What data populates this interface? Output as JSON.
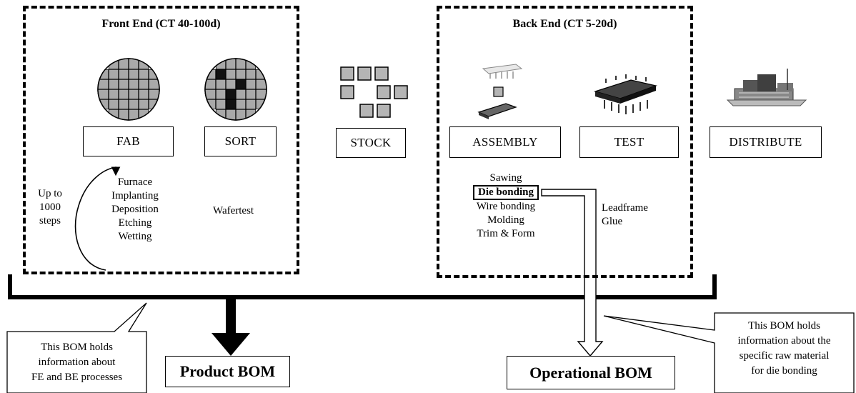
{
  "front_end": {
    "title": "Front End (CT 40-100d)",
    "fab_label": "FAB",
    "sort_label": "SORT",
    "loop_note": [
      "Up to",
      "1000",
      "steps"
    ],
    "fab_steps": [
      "Furnace",
      "Implanting",
      "Deposition",
      "Etching",
      "Wetting"
    ],
    "sort_step": "Wafertest"
  },
  "stock_label": "STOCK",
  "back_end": {
    "title": "Back End (CT 5-20d)",
    "assembly_label": "ASSEMBLY",
    "test_label": "TEST",
    "assembly_steps": [
      "Sawing",
      "Die bonding",
      "Wire bonding",
      "Molding",
      "Trim & Form"
    ],
    "materials": [
      "Leadframe",
      "Glue"
    ]
  },
  "distribute_label": "DISTRIBUTE",
  "callouts": {
    "left": [
      "This BOM holds",
      "information about",
      "FE and BE processes"
    ],
    "right": [
      "This BOM holds",
      "information about the",
      "specific raw material",
      "for die bonding"
    ]
  },
  "boms": {
    "product": "Product BOM",
    "operational": "Operational BOM"
  }
}
